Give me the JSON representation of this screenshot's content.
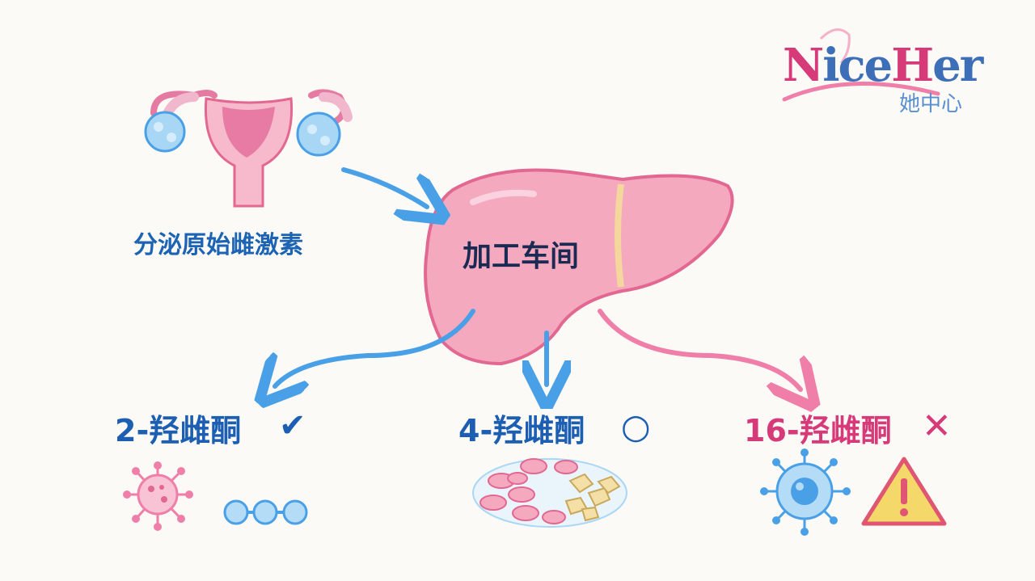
{
  "logo": {
    "brand_en_part1": "N",
    "brand_en_part2": "ice",
    "brand_en_part3": "H",
    "brand_en_part4": "er",
    "brand_cn": "她中心"
  },
  "nodes": {
    "ovary": {
      "label": "分泌原始雌激素",
      "icon": "uterus-ovaries-icon"
    },
    "liver": {
      "label": "加工车间",
      "icon": "liver-icon"
    }
  },
  "outcomes": [
    {
      "label": "2-羟雌酮",
      "mark": "✔",
      "status": "good",
      "color": "#1c5fb2"
    },
    {
      "label": "4-羟雌酮",
      "mark": "○",
      "status": "neutral",
      "color": "#1c5fb2"
    },
    {
      "label": "16-羟雌酮",
      "mark": "✕",
      "status": "bad",
      "color": "#d63a79"
    }
  ],
  "colors": {
    "blue": "#4aa0e6",
    "pink": "#ef7fa9",
    "liver": "#f5a9bf",
    "liver_stroke": "#e26891"
  }
}
